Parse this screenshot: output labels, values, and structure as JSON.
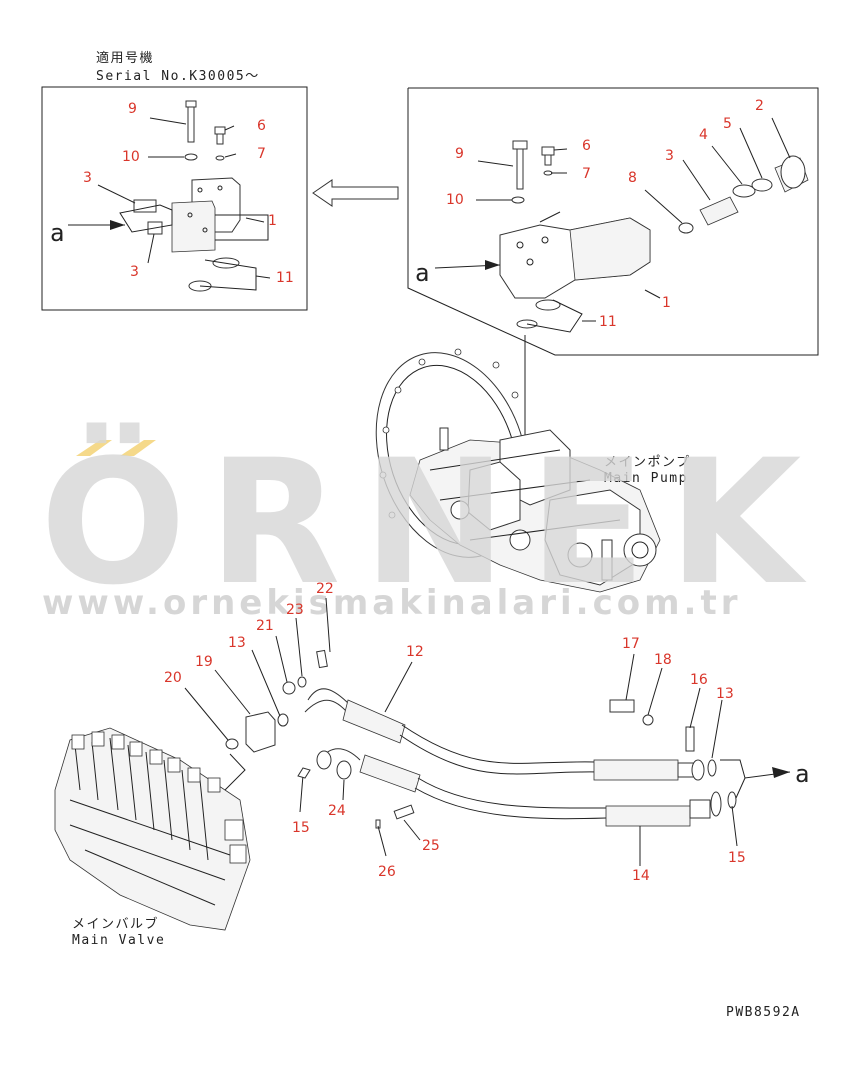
{
  "header": {
    "applicable_models": "適用号機",
    "serial_no": "Serial No.K30005～"
  },
  "labels": {
    "main_pump_jp": "メインポンプ",
    "main_pump_en": "Main Pump",
    "main_valve_jp": "メインバルブ",
    "main_valve_en": "Main Valve",
    "connection_a": "a",
    "drawing_code": "PWB8592A"
  },
  "watermark": {
    "brand": "ÖRNEK",
    "url": "www.ornekismakinalari.com.tr",
    "accent_color": "#f5d98a"
  },
  "callouts": {
    "left_box": [
      "9",
      "6",
      "10",
      "7",
      "3",
      "1",
      "3",
      "11"
    ],
    "right_box": [
      "2",
      "5",
      "4",
      "3",
      "9",
      "6",
      "8",
      "7",
      "10",
      "1",
      "11"
    ],
    "lower": [
      "22",
      "23",
      "21",
      "12",
      "13",
      "19",
      "20",
      "17",
      "18",
      "16",
      "13",
      "24",
      "15",
      "25",
      "26",
      "14",
      "15"
    ]
  }
}
